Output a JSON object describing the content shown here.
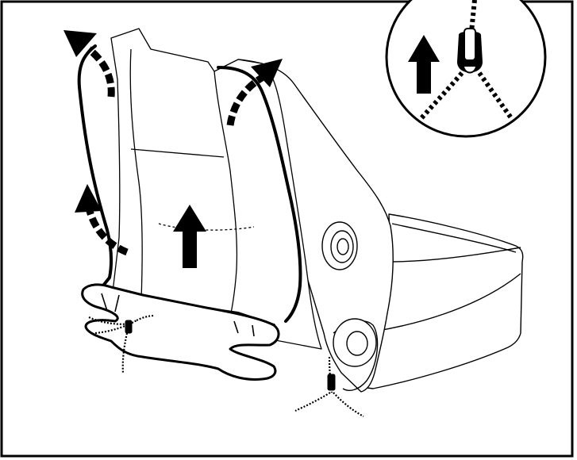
{
  "figure": {
    "kind": "assembly-instruction-illustration",
    "text": [],
    "colors": {
      "ink": "#000000",
      "paper": "#ffffff"
    },
    "icons": [
      "seat-illustration",
      "backrest-cover",
      "seat-cushion",
      "recline-knob",
      "hinge-knob",
      "lift-up-arrow-icon",
      "curved-arrow-icon",
      "zipper-icon",
      "zipper-detail-inset"
    ]
  }
}
